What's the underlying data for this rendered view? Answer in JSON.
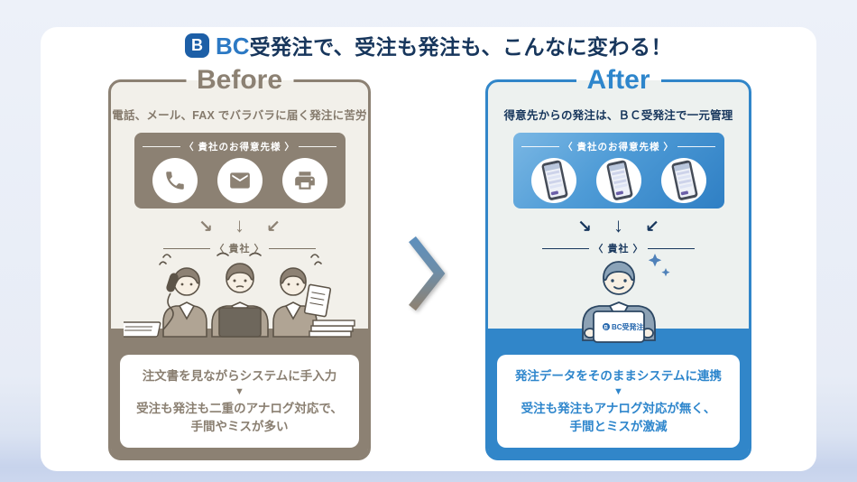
{
  "colors": {
    "taupe": "#8C8173",
    "blue": "#2E86CC",
    "navy": "#17365C",
    "brand_blue": "#2C79C4",
    "page_background": "#E7ECF6"
  },
  "header": {
    "logo_icon": "bc-logo",
    "logo_glyph": "B",
    "brand": "BC",
    "product": "受発注",
    "tagline": "で、受注も発注も、こんなに変わる！"
  },
  "arrows": [
    "↘",
    "↓",
    "↙"
  ],
  "separator": "▼",
  "before": {
    "title": "Before",
    "subtitle": "電話、メール、FAX でバラバラに届く発注に苦労",
    "customers_label": "〈 貴社のお得意先様 〉",
    "channel_icons": [
      "phone-icon",
      "mail-icon",
      "fax-icon"
    ],
    "company_label": "〈 貴社 〉",
    "result_line1": "注文書を見ながらシステムに手入力",
    "result_line2": "受注も発注も二重のアナログ対応で、",
    "result_line3": "手間やミスが多い"
  },
  "after": {
    "title": "After",
    "subtitle": "得意先からの発注は、ＢＣ受発注で一元管理",
    "customers_label": "〈 貴社のお得意先様 〉",
    "channel_icons": [
      "smartphone-icon",
      "smartphone-icon",
      "smartphone-icon"
    ],
    "company_label": "〈 貴社 〉",
    "laptop_logo": "BC受発注",
    "result_line1": "発注データをそのままシステムに連携",
    "result_line2": "受注も発注もアナログ対応が無く、",
    "result_line3": "手間とミスが激減"
  }
}
